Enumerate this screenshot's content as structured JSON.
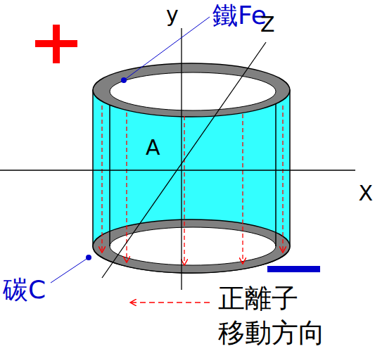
{
  "diagram": {
    "labels": [
      "y",
      "鐵Fe",
      "Z",
      "A",
      "X",
      "碳C",
      "正離子 移動方向"
    ]
  }
}
